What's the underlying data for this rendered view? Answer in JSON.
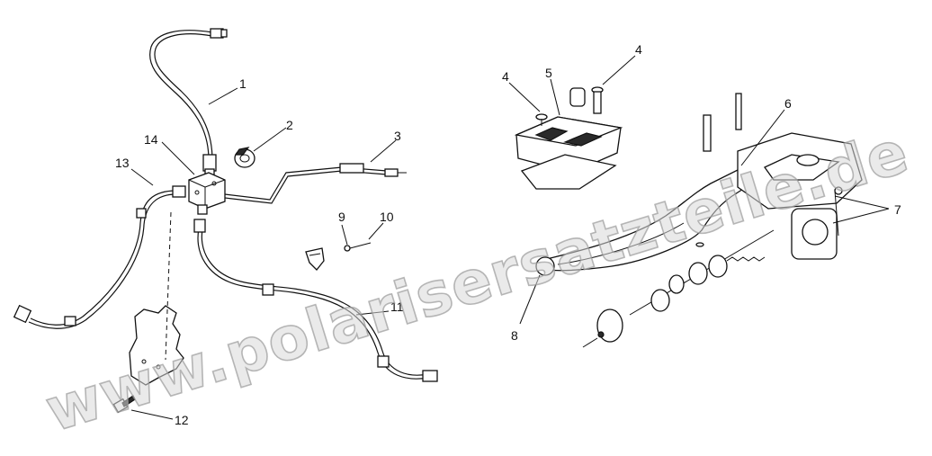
{
  "callouts": [
    {
      "id": "1",
      "text": "1"
    },
    {
      "id": "2",
      "text": "2"
    },
    {
      "id": "3",
      "text": "3"
    },
    {
      "id": "4a",
      "text": "4"
    },
    {
      "id": "4b",
      "text": "4"
    },
    {
      "id": "5",
      "text": "5"
    },
    {
      "id": "6",
      "text": "6"
    },
    {
      "id": "7",
      "text": "7"
    },
    {
      "id": "8",
      "text": "8"
    },
    {
      "id": "9",
      "text": "9"
    },
    {
      "id": "10",
      "text": "10"
    },
    {
      "id": "11",
      "text": "11"
    },
    {
      "id": "12",
      "text": "12"
    },
    {
      "id": "13",
      "text": "13"
    },
    {
      "id": "14",
      "text": "14"
    }
  ],
  "watermark": "www.polarisersatzteile.de"
}
